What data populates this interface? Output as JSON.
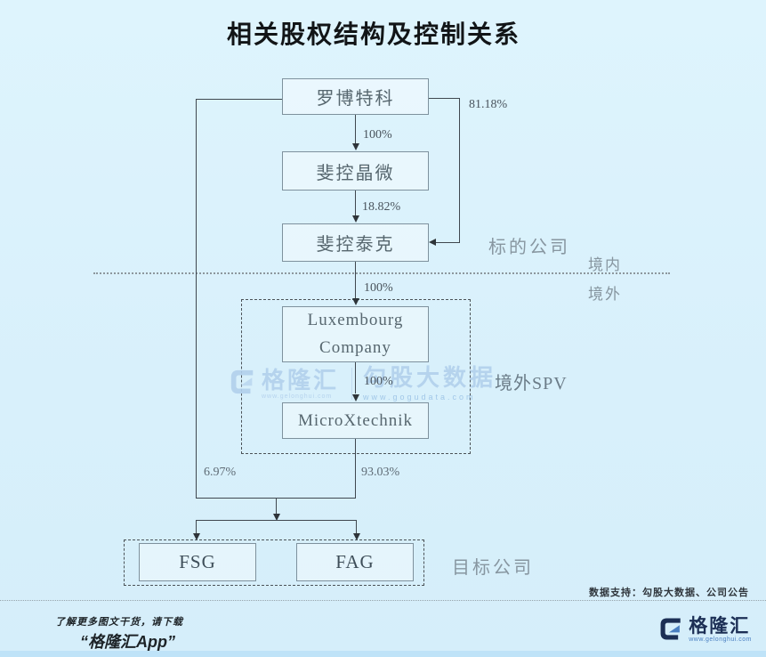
{
  "title": "相关股权结构及控制关系",
  "diagram": {
    "nodes": {
      "luobotek": {
        "label": "罗博特科"
      },
      "feikong_jingwei": {
        "label": "斐控晶微"
      },
      "feikong_taike": {
        "label": "斐控泰克"
      },
      "luxembourg_company": {
        "label": "Luxembourg Company"
      },
      "microxtechnik": {
        "label": "MicroXtechnik"
      },
      "fsg": {
        "label": "FSG"
      },
      "fag": {
        "label": "FAG"
      }
    },
    "edge_labels": {
      "luobotek_to_jingwei": "100%",
      "jingwei_to_taike": "18.82%",
      "luobotek_to_taike": "81.18%",
      "taike_to_luxembourg": "100%",
      "luxembourg_to_microx": "100%",
      "left_branch": "6.97%",
      "right_branch": "93.03%"
    },
    "region_labels": {
      "target_company": "标的公司",
      "domestic": "境内",
      "overseas": "境外",
      "overseas_spv": "境外SPV",
      "goal_companies": "目标公司"
    }
  },
  "watermark": {
    "brand": "格隆汇",
    "brand_url": "www.gelonghui.com",
    "partner": "勾股大数据",
    "partner_url": "www.gogudata.com"
  },
  "footer": {
    "data_support": "数据支持：勾股大数据、公司公告",
    "promo_line1": "了解更多图文干货，请下载",
    "promo_line2": "“格隆汇App”",
    "brand": "格隆汇",
    "brand_url": "www.gelonghui.com"
  },
  "colors": {
    "background": "#d9f0fb",
    "line": "#3f474f",
    "box_border": "#7e919d",
    "watermark_blue": "#b2d0ec",
    "brand_navy": "#1c2f55",
    "brand_blue": "#4a7fc1",
    "bottom_bar": "#bfe3f8"
  }
}
